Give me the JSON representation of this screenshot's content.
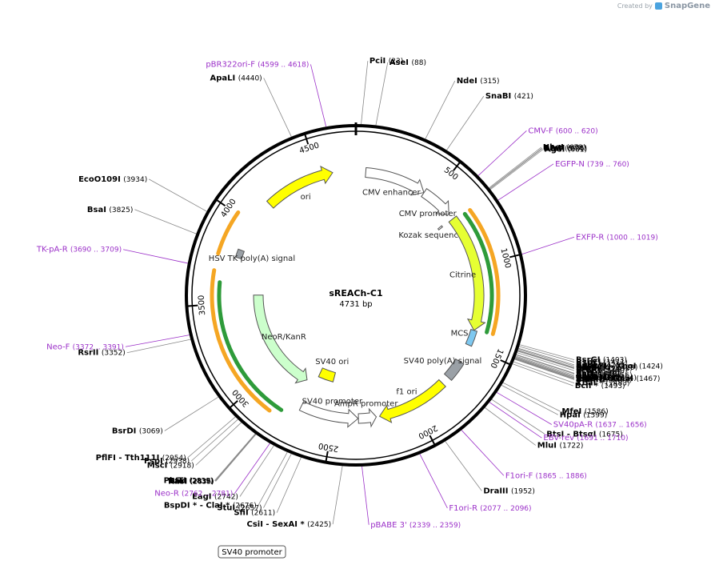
{
  "credit": {
    "prefix": "Created by",
    "brand": "SnapGene"
  },
  "plasmid": {
    "name": "sREACh-C1",
    "length": "4731 bp",
    "bp": 4731
  },
  "ticks": [
    "500",
    "1000",
    "1500",
    "2000",
    "2500",
    "3000",
    "3500",
    "4000",
    "4500"
  ],
  "colors": {
    "yellow": "#ffff00",
    "citrine": "#e6ff33",
    "green": "#ccffcc",
    "orange": "#f5a623",
    "primer": "#9b30c8",
    "mcs": "#7ec8f0",
    "grey": "#9aa0a6"
  },
  "features": [
    {
      "name": "CMV enhancer",
      "start": 60,
      "end": 440,
      "color": "#ffffff",
      "dir": 1
    },
    {
      "name": "CMV promoter",
      "start": 441,
      "end": 644,
      "color": "#ffffff",
      "dir": 1
    },
    {
      "name": "Kozak sequence",
      "start": 670,
      "end": 680,
      "color": "#ffffff",
      "dir": 0
    },
    {
      "name": "Citrine",
      "start": 680,
      "end": 1400,
      "color": "#e6ff33",
      "dir": 1
    },
    {
      "name": "MCS",
      "start": 1400,
      "end": 1495,
      "color": "#7ec8f0",
      "dir": 0
    },
    {
      "name": "SV40 poly(A) signal",
      "start": 1610,
      "end": 1730,
      "color": "#9aa0a6",
      "dir": 0
    },
    {
      "name": "f1 ori",
      "start": 1780,
      "end": 2220,
      "color": "#ffff00",
      "dir": 1
    },
    {
      "name": "AmpR promoter",
      "start": 2240,
      "end": 2350,
      "color": "#ffffff",
      "dir": -1
    },
    {
      "name": "SV40 promoter",
      "start": 2352,
      "end": 2710,
      "color": "#ffffff",
      "dir": -1
    },
    {
      "name": "SV40 ori",
      "start": 2560,
      "end": 2690,
      "color": "#ffff00",
      "dir": 0
    },
    {
      "name": "NeoR/KanR",
      "start": 2760,
      "end": 3550,
      "color": "#ccffcc",
      "dir": -1
    },
    {
      "name": "HSV TK poly(A) signal",
      "start": 3780,
      "end": 3830,
      "color": "#9aa0a6",
      "dir": 0
    },
    {
      "name": "ori",
      "start": 4160,
      "end": 4590,
      "color": "#ffff00",
      "dir": 1
    }
  ],
  "enzymes": [
    {
      "name": "PciI",
      "pos": "(23)"
    },
    {
      "name": "AseI",
      "pos": "(88)"
    },
    {
      "name": "NdeI",
      "pos": "(315)"
    },
    {
      "name": "SnaBI",
      "pos": "(421)"
    },
    {
      "name": "NheI",
      "pos": "(672)"
    },
    {
      "name": "BmtI",
      "pos": "(676)"
    },
    {
      "name": "AfeI",
      "pos": "(677)"
    },
    {
      "name": "AgeI",
      "pos": "(681)"
    },
    {
      "name": "BsrGI",
      "pos": "(1403)"
    },
    {
      "name": "BspEI",
      "pos": "(1411)"
    },
    {
      "name": "BglII",
      "pos": "(1420)"
    },
    {
      "name": "PaeR7I  - XhoI",
      "pos": "(1424)"
    },
    {
      "name": "Eco53kI",
      "pos": "(1429)"
    },
    {
      "name": "SacI",
      "pos": "(1431)"
    },
    {
      "name": "HindIII",
      "pos": "(1433)"
    },
    {
      "name": "EcoRI",
      "pos": "(1440)"
    },
    {
      "name": "PstI",
      "pos": "(1449)"
    },
    {
      "name": "SalI",
      "pos": "(1450)"
    },
    {
      "name": "AccI",
      "pos": "(1451)"
    },
    {
      "name": "Acc65I",
      "pos": "(1456)"
    },
    {
      "name": "KpnI",
      "pos": "(1460)"
    },
    {
      "name": "SacII",
      "pos": "(1463)"
    },
    {
      "name": "PspOMI",
      "pos": "(1464)"
    },
    {
      "name": "TspMI  - XmaI",
      "pos": "(1467)"
    },
    {
      "name": "ApaI",
      "pos": "(1468)"
    },
    {
      "name": "SmaI",
      "pos": "(1469)"
    },
    {
      "name": "BamHI",
      "pos": "(1471)"
    },
    {
      "name": "XbaI *",
      "pos": "(1483)"
    },
    {
      "name": "BclI *",
      "pos": "(1493)"
    },
    {
      "name": "MfeI",
      "pos": "(1586)"
    },
    {
      "name": "HpaI",
      "pos": "(1599)"
    },
    {
      "name": "BtsI  - BtsαI",
      "pos": "(1675)"
    },
    {
      "name": "MluI",
      "pos": "(1722)"
    },
    {
      "name": "DraIII",
      "pos": "(1952)"
    },
    {
      "name": "CsiI  - SexAI *",
      "pos": "(2425)"
    },
    {
      "name": "SfiI",
      "pos": "(2611)"
    },
    {
      "name": "StuI",
      "pos": "(2657)"
    },
    {
      "name": "BspDI *  - ClaI *",
      "pos": "(2676)"
    },
    {
      "name": "EagI",
      "pos": "(2742)"
    },
    {
      "name": "KasI",
      "pos": "(2835)"
    },
    {
      "name": "NarI",
      "pos": "(2836)"
    },
    {
      "name": "SfoI",
      "pos": "(2837)"
    },
    {
      "name": "PluTI",
      "pos": "(2839)"
    },
    {
      "name": "MscI",
      "pos": "(2918)"
    },
    {
      "name": "FspI",
      "pos": "(2938)"
    },
    {
      "name": "PflFI  - Tth111I",
      "pos": "(2954)"
    },
    {
      "name": "BsrDI",
      "pos": "(3069)"
    },
    {
      "name": "RsrII",
      "pos": "(3352)"
    },
    {
      "name": "BsaI",
      "pos": "(3825)"
    },
    {
      "name": "EcoO109I",
      "pos": "(3934)"
    },
    {
      "name": "ApaLI",
      "pos": "(4440)"
    }
  ],
  "primers": [
    {
      "name": "pBR322ori-F",
      "range": "(4599 .. 4618)"
    },
    {
      "name": "CMV-F",
      "range": "(600 .. 620)"
    },
    {
      "name": "EGFP-N",
      "range": "(739 .. 760)"
    },
    {
      "name": "EXFP-R",
      "range": "(1000 .. 1019)"
    },
    {
      "name": "SV40pA-R",
      "range": "(1637 .. 1656)"
    },
    {
      "name": "EBV-rev",
      "range": "(1691 .. 1710)"
    },
    {
      "name": "F1ori-F",
      "range": "(1865 .. 1886)"
    },
    {
      "name": "F1ori-R",
      "range": "(2077 .. 2096)"
    },
    {
      "name": "pBABE 3'",
      "range": "(2339 .. 2359)"
    },
    {
      "name": "Neo-R",
      "range": "(2762 .. 2781)"
    },
    {
      "name": "Neo-F",
      "range": "(3372 .. 3391)"
    },
    {
      "name": "TK-pA-R",
      "range": "(3690 .. 3709)"
    }
  ],
  "boxed_label": "SV40 promoter"
}
